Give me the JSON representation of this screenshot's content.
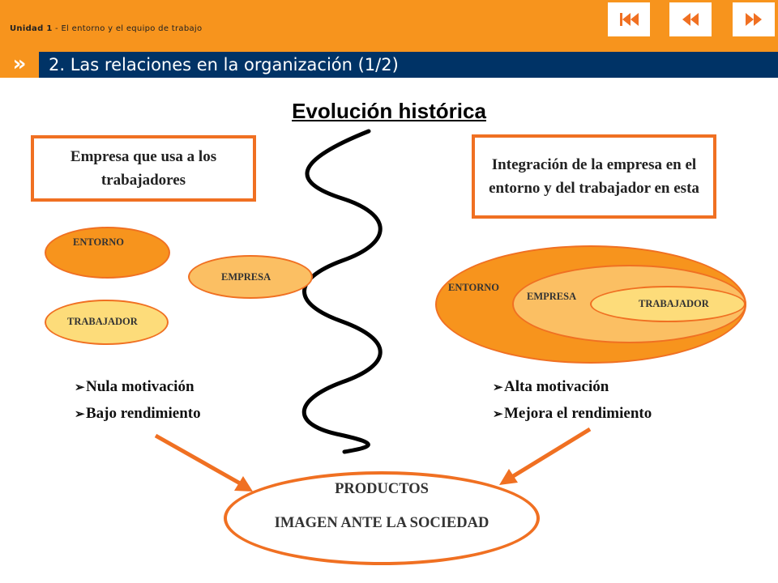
{
  "header": {
    "unit": "Unidad 1",
    "unit_title": " - El entorno y el equipo de trabajo",
    "section_title": "2. Las relaciones en la organización  (1/2)",
    "nav": [
      {
        "name": "first-page-button",
        "icon": "skip-to-start-icon"
      },
      {
        "name": "previous-page-button",
        "icon": "rewind-icon"
      },
      {
        "name": "next-page-button",
        "icon": "fast-forward-icon"
      }
    ]
  },
  "content": {
    "heading": "Evolución histórica",
    "left": {
      "box_title": "Empresa que usa a los trabajadores",
      "ellipses": [
        "ENTORNO",
        "EMPRESA",
        "TRABAJADOR"
      ],
      "bullets": [
        "Nula motivación",
        "Bajo rendimiento"
      ]
    },
    "right": {
      "box_title": "Integración de la empresa en el entorno y del trabajador en esta",
      "ellipses": [
        "ENTORNO",
        "EMPRESA",
        "TRABAJADOR"
      ],
      "bullets": [
        "Alta motivación",
        "Mejora el rendimiento"
      ]
    },
    "result": {
      "line1": "PRODUCTOS",
      "line2": "IMAGEN ANTE LA SOCIEDAD"
    }
  },
  "colors": {
    "header_orange": "#f7941d",
    "title_bar_blue": "#003366",
    "accent_orange": "#f07022",
    "ellipse_dark": "#f7941d",
    "ellipse_medium": "#fbbf63",
    "ellipse_light": "#fddc7a"
  }
}
